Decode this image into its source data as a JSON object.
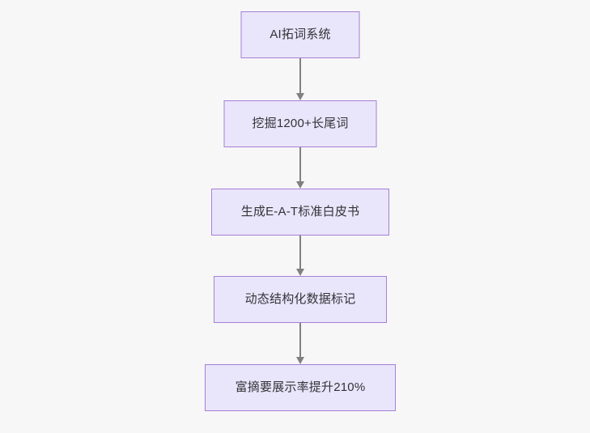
{
  "diagram": {
    "type": "flowchart",
    "orientation": "top-to-bottom",
    "background_color": "#f7f7f8",
    "node_fill_color": "#e9e6fb",
    "node_border_color": "#a77fd4",
    "node_text_color": "#333338",
    "connector_color": "#808080",
    "nodes": [
      {
        "id": "n1",
        "label": "AI拓词系统"
      },
      {
        "id": "n2",
        "label": "挖掘1200+长尾词"
      },
      {
        "id": "n3",
        "label": "生成E-A-T标准白皮书"
      },
      {
        "id": "n4",
        "label": "动态结构化数据标记"
      },
      {
        "id": "n5",
        "label": "富摘要展示率提升210%"
      }
    ],
    "edges": [
      {
        "id": "e1",
        "from": "n1",
        "to": "n2",
        "label": "",
        "arrow": "arrowhead-down-icon"
      },
      {
        "id": "e2",
        "from": "n2",
        "to": "n3",
        "label": "",
        "arrow": "arrowhead-down-icon"
      },
      {
        "id": "e3",
        "from": "n3",
        "to": "n4",
        "label": "",
        "arrow": "arrowhead-down-icon"
      },
      {
        "id": "e4",
        "from": "n4",
        "to": "n5",
        "label": "",
        "arrow": "arrowhead-down-icon"
      }
    ]
  }
}
